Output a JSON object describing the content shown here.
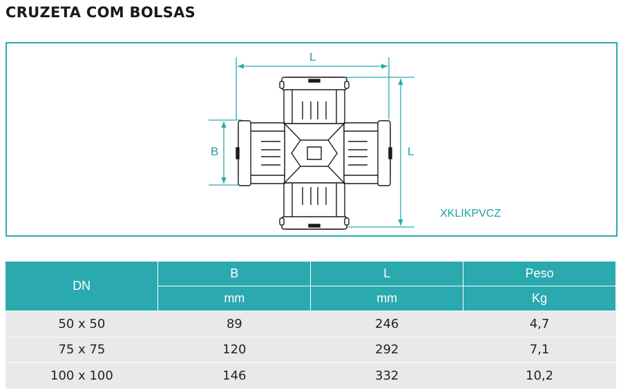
{
  "title": "CRUZETA COM BOLSAS",
  "drawing": {
    "dim_top": "L",
    "dim_left": "B",
    "dim_right": "L",
    "code": "XKLIKPVCZ",
    "colors": {
      "accent": "#2aa9ae",
      "line": "#1a1a1a"
    }
  },
  "table": {
    "header": {
      "dn": "DN",
      "b": "B",
      "l": "L",
      "peso": "Peso",
      "b_unit": "mm",
      "l_unit": "mm",
      "peso_unit": "Kg"
    },
    "rows": [
      {
        "dn": "50 x 50",
        "b": "89",
        "l": "246",
        "peso": "4,7"
      },
      {
        "dn": "75 x 75",
        "b": "120",
        "l": "292",
        "peso": "7,1"
      },
      {
        "dn": "100 x 100",
        "b": "146",
        "l": "332",
        "peso": "10,2"
      }
    ]
  }
}
